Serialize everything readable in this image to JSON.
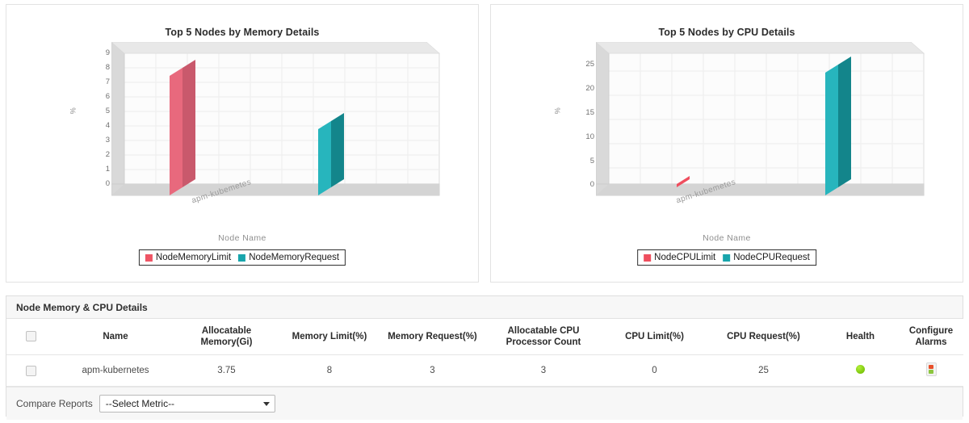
{
  "charts": [
    {
      "key": "memory",
      "title": "Top 5 Nodes by Memory Details",
      "ylabel": "%",
      "xlabel": "Node Name",
      "category": "apm-kubemetes",
      "yticks": [
        "9",
        "8",
        "7",
        "6",
        "5",
        "4",
        "3",
        "2",
        "1",
        "0"
      ],
      "legend": [
        {
          "label": "NodeMemoryLimit",
          "color": "#e8697d"
        },
        {
          "label": "NodeMemoryRequest",
          "color": "#18a5ac"
        }
      ]
    },
    {
      "key": "cpu",
      "title": "Top 5 Nodes by CPU Details",
      "ylabel": "%",
      "xlabel": "Node Name",
      "category": "apm-kubemetes",
      "yticks": [
        "25",
        "20",
        "15",
        "10",
        "5",
        "0"
      ],
      "legend": [
        {
          "label": "NodeCPULimit",
          "color": "#ef4e5e"
        },
        {
          "label": "NodeCPURequest",
          "color": "#18a5ac"
        }
      ]
    }
  ],
  "chart_data": [
    {
      "type": "bar",
      "title": "Top 5 Nodes by Memory Details",
      "xlabel": "Node Name",
      "ylabel": "%",
      "categories": [
        "apm-kubemetes"
      ],
      "series": [
        {
          "name": "NodeMemoryLimit",
          "values": [
            8
          ],
          "color": "#e8697d"
        },
        {
          "name": "NodeMemoryRequest",
          "values": [
            3
          ],
          "color": "#18a5ac"
        }
      ],
      "ylim": [
        0,
        9
      ],
      "yticks": [
        0,
        1,
        2,
        3,
        4,
        5,
        6,
        7,
        8,
        9
      ],
      "grid": true,
      "legend_position": "bottom",
      "render": "3d-column"
    },
    {
      "type": "bar",
      "title": "Top 5 Nodes by CPU Details",
      "xlabel": "Node Name",
      "ylabel": "%",
      "categories": [
        "apm-kubemetes"
      ],
      "series": [
        {
          "name": "NodeCPULimit",
          "values": [
            0
          ],
          "color": "#ef4e5e"
        },
        {
          "name": "NodeCPURequest",
          "values": [
            25
          ],
          "color": "#18a5ac"
        }
      ],
      "ylim": [
        0,
        27
      ],
      "yticks": [
        0,
        5,
        10,
        15,
        20,
        25
      ],
      "grid": true,
      "legend_position": "bottom",
      "render": "3d-column"
    }
  ],
  "table": {
    "card_title": "Node Memory & CPU Details",
    "columns": [
      "",
      "Name",
      "Allocatable Memory(Gi)",
      "Memory Limit(%)",
      "Memory Request(%)",
      "Allocatable CPU Processor Count",
      "CPU Limit(%)",
      "CPU Request(%)",
      "Health",
      "Configure Alarms"
    ],
    "rows": [
      {
        "name": "apm-kubernetes",
        "allocatable_memory_gi": "3.75",
        "memory_limit_pct": "8",
        "memory_request_pct": "3",
        "allocatable_cpu_processor_count": "3",
        "cpu_limit_pct": "0",
        "cpu_request_pct": "25",
        "health": "healthy",
        "health_color": "#8cc63f",
        "configure_alarms": "traffic-light-icon"
      }
    ]
  },
  "footer": {
    "compare_label": "Compare Reports",
    "select_value": "--Select Metric--"
  }
}
